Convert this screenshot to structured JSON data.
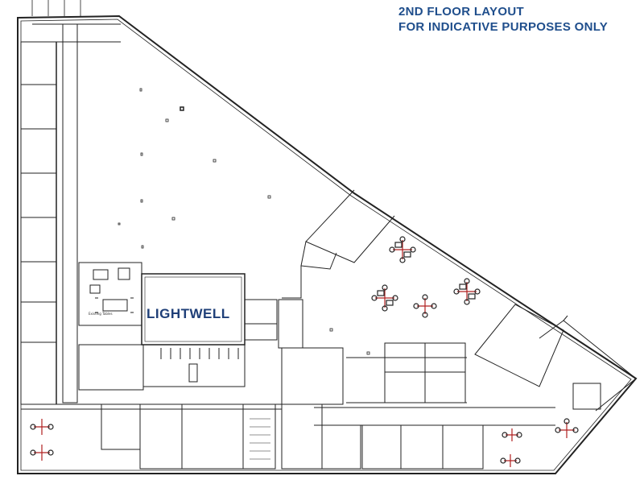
{
  "heading": {
    "line1": "2ND FLOOR LAYOUT",
    "line2": "FOR INDICATIVE PURPOSES ONLY"
  },
  "labels": {
    "lightwell": "LIGHTWELL",
    "existing_tables": "Existing Tables"
  },
  "colors": {
    "heading": "#1f4e8c",
    "lightwell": "#1f3f78",
    "walls": "#222222",
    "workstation_accent": "#b02020"
  }
}
